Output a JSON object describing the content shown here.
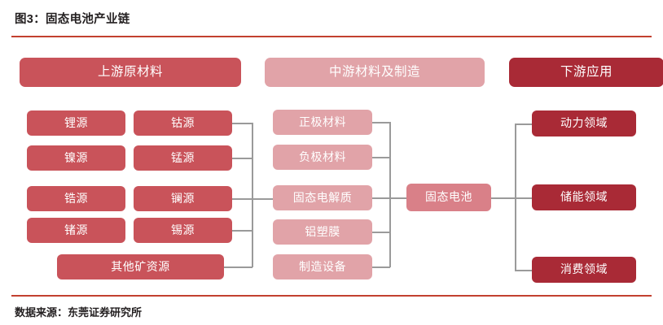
{
  "figure": {
    "title": "图3：固态电池产业链",
    "source": "数据来源：东莞证券研究所"
  },
  "columns": {
    "upstream": {
      "header": "上游原材料",
      "items_left": [
        "锂源",
        "镍源",
        "锆源",
        "锗源"
      ],
      "items_right": [
        "钴源",
        "锰源",
        "镧源",
        "锡源"
      ],
      "item_wide": "其他矿资源"
    },
    "midstream": {
      "header": "中游材料及制造",
      "items": [
        "正极材料",
        "负极材料",
        "固态电解质",
        "铝塑膜",
        "制造设备"
      ],
      "core": "固态电池"
    },
    "downstream": {
      "header": "下游应用",
      "items": [
        "动力领域",
        "储能领域",
        "消费领域"
      ]
    }
  },
  "colors": {
    "upstream_header": "#c9535a",
    "midstream_header": "#e1a3a8",
    "downstream_header": "#a92a36",
    "rule": "#c2402f",
    "connector": "#9a9a9a"
  }
}
